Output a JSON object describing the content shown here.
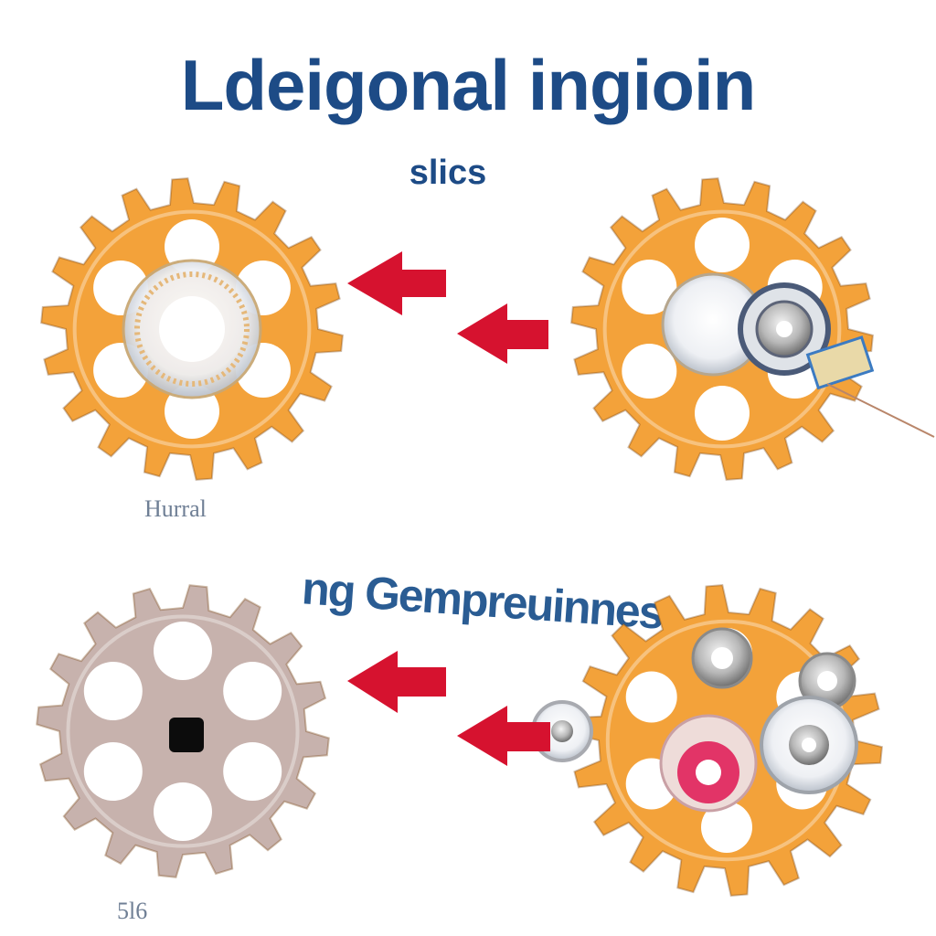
{
  "header": {
    "title": "Ldeigonal ingioin",
    "subtitle": "slics"
  },
  "captions": {
    "top_left": "Hurral",
    "bottom_left": "5l6",
    "bottom_band": "ng Gempreuinnes"
  },
  "colors": {
    "gear_orange": "#f3a23a",
    "gear_gray": "#c7b2ad",
    "arrow_red": "#d6122f",
    "title_blue": "#1d4b86"
  }
}
